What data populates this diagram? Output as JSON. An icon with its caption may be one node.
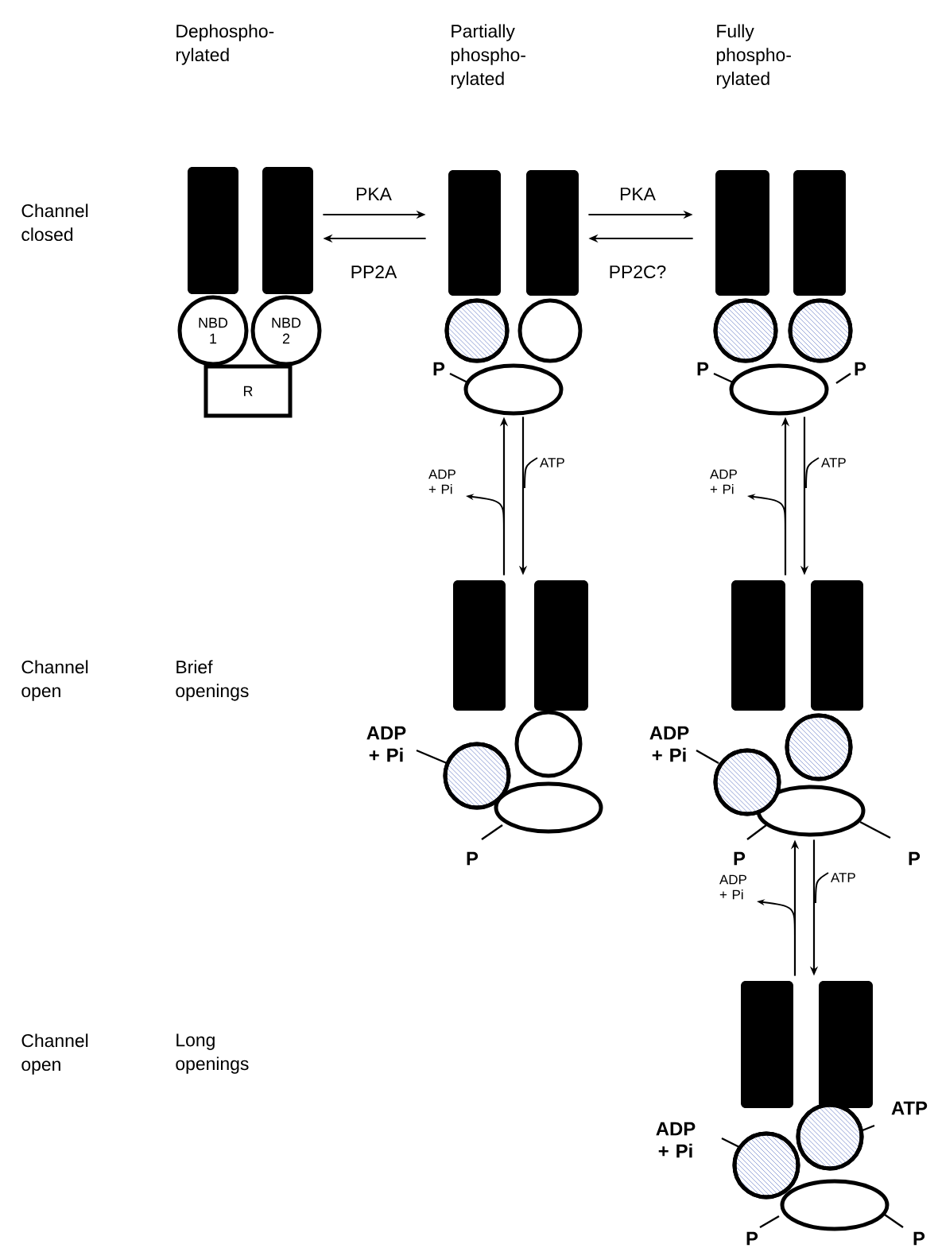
{
  "diagram": {
    "nodes": [
      {
        "text": [],
        "shape": "picture"
      },
      {
        "text": [
          "NBD 1"
        ]
      },
      {
        "text": [
          "NBD 2"
        ]
      },
      {
        "text": [
          "R"
        ]
      },
      {
        "text": [],
        "shape": "picture",
        "beside": [
          "P"
        ]
      },
      {
        "text": [],
        "shape": "picture",
        "beside": [
          "P",
          "P"
        ]
      },
      {
        "text": [],
        "shape": "picture",
        "beside": [
          "ADP + Pi",
          "P"
        ]
      },
      {
        "text": [],
        "shape": "picture",
        "beside": [
          "ADP + Pi",
          "P",
          "P"
        ]
      },
      {
        "text": [],
        "shape": "picture",
        "beside": [
          "ATP",
          "ADP + Pi",
          "P",
          "P"
        ]
      }
    ],
    "edges": [
      {
        "from": 0,
        "to": 4,
        "arrow": "to",
        "label": "PKA"
      },
      {
        "from": 4,
        "to": 0,
        "arrow": "to",
        "label": "PP2A"
      },
      {
        "from": 4,
        "to": 5,
        "arrow": "to",
        "label": "PKA"
      },
      {
        "from": 5,
        "to": 4,
        "arrow": "to",
        "label": "PP2C?"
      },
      {
        "from": 4,
        "to": 6,
        "arrow": "to",
        "label": "ATP"
      },
      {
        "from": 6,
        "to": 4,
        "arrow": "to",
        "label": "ADP + Pi"
      },
      {
        "from": 5,
        "to": 7,
        "arrow": "to",
        "label": "ATP"
      },
      {
        "from": 7,
        "to": 5,
        "arrow": "to",
        "label": "ADP + Pi"
      },
      {
        "from": 7,
        "to": 8,
        "arrow": "to",
        "label": "ATP"
      },
      {
        "from": 8,
        "to": 7,
        "arrow": "to",
        "label": "ADP + Pi"
      }
    ],
    "labels": [
      "Dephospho-rylated",
      "Partially phospho-rylated",
      "Fully phospho-rylated",
      "Channel closed",
      "Channel open",
      "Brief openings",
      "Channel open",
      "Long openings"
    ]
  }
}
